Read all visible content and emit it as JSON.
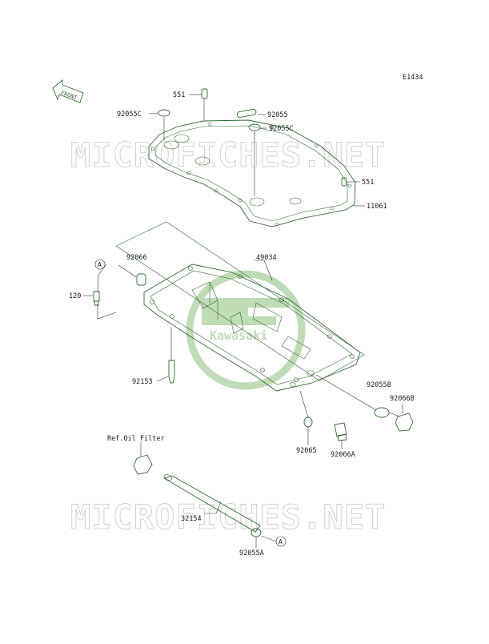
{
  "diagram_code": "E1434",
  "front_arrow": "FRONT",
  "watermark": "MICROFICHES.NET",
  "logo_text": "Kawasaki",
  "ref_label": "Ref.Oil Filter",
  "callout_letter": "A",
  "parts": {
    "p551_top": "551",
    "p92055c_left": "92055C",
    "p92055": "92055",
    "p92055c_right": "92055C",
    "p551_right": "551",
    "p11061": "11061",
    "p92066": "92066",
    "p49034": "49034",
    "p120": "120",
    "p92153": "92153",
    "p92055b": "92055B",
    "p92066b": "92066B",
    "p92065": "92065",
    "p92066a": "92066A",
    "p32154": "32154",
    "p92055a": "92055A"
  },
  "colors": {
    "line": "#2f6a2f",
    "text": "#1a1a1a",
    "watermark": "#c8c8c8",
    "logo": "#b9d9b0"
  }
}
